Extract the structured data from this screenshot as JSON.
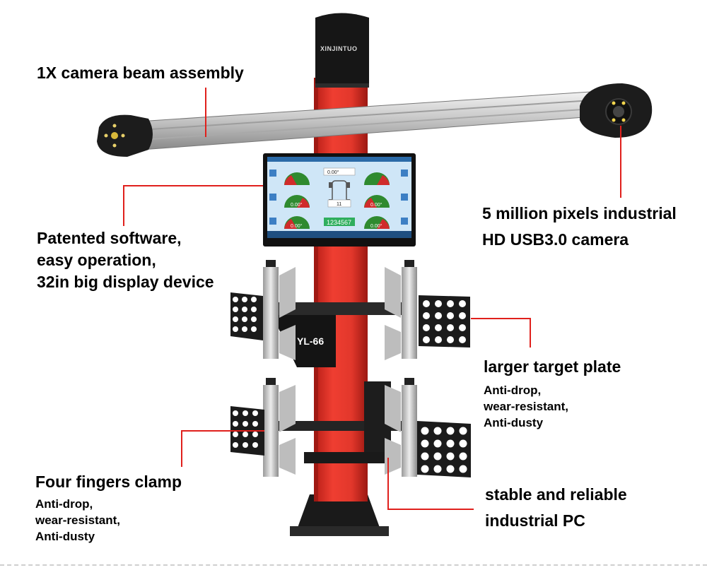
{
  "brand": {
    "logo_text": "XINJINTUO",
    "model": "YL-66"
  },
  "screen": {
    "readout_top": "0.00°",
    "readout_mid": "11",
    "readout_counter": "1234567",
    "gauge_values": [
      "0.00°",
      "0.00°",
      "0.00°",
      "0.00°"
    ]
  },
  "callouts": {
    "camera_beam": {
      "title": "1X camera beam assembly"
    },
    "camera": {
      "line1": "5 million pixels industrial",
      "line2": "HD USB3.0 camera"
    },
    "software": {
      "line1": "Patented software,",
      "line2": "easy operation,",
      "line3": "32in big display device"
    },
    "target_plate": {
      "title": "larger target plate",
      "items": [
        "Anti-drop,",
        "wear-resistant,",
        "Anti-dusty"
      ]
    },
    "clamp": {
      "title": "Four fingers clamp",
      "items": [
        "Anti-drop,",
        "wear-resistant,",
        "Anti-dusty"
      ]
    },
    "pc": {
      "line1": "stable and reliable",
      "line2": "industrial PC"
    }
  },
  "colors": {
    "accent_line": "#e0201c",
    "column_red": "#e2372b",
    "screen_bg": "#cfe6f7"
  }
}
